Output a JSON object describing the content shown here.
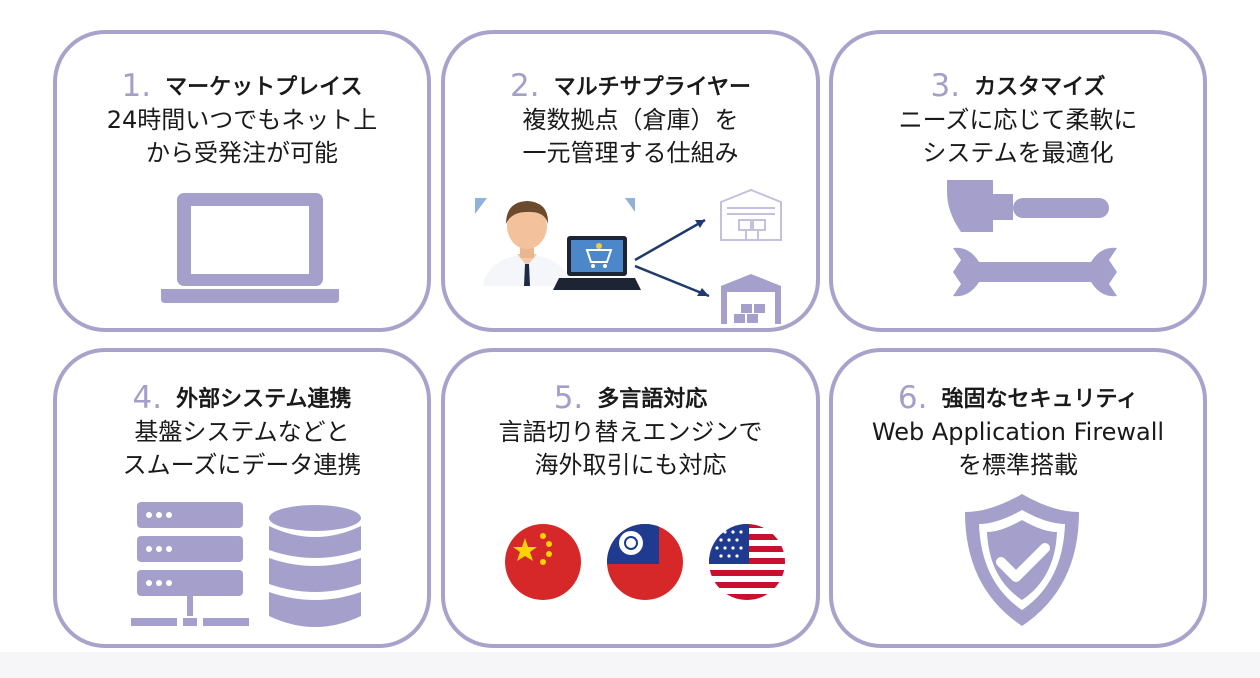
{
  "colors": {
    "accent": "#a39fc9",
    "border": "#a9a3cc",
    "icon": "#a5a0cb",
    "text": "#1a1a1a"
  },
  "features": [
    {
      "num": "1.",
      "title": "マーケットプレイス",
      "desc": [
        "24時間いつでもネット上",
        "から受発注が可能"
      ],
      "icon": "laptop-icon"
    },
    {
      "num": "2.",
      "title": "マルチサプライヤー",
      "desc": [
        "複数拠点（倉庫）を",
        "一元管理する仕組み"
      ],
      "icon": "person-laptop-warehouses-illustration"
    },
    {
      "num": "3.",
      "title": "カスタマイズ",
      "desc": [
        "ニーズに応じて柔軟に",
        "システムを最適化"
      ],
      "icon": "hammer-wrench-icon"
    },
    {
      "num": "4.",
      "title": "外部システム連携",
      "desc": [
        "基盤システムなどと",
        "スムーズにデータ連携"
      ],
      "icon": "server-database-icon"
    },
    {
      "num": "5.",
      "title": "多言語対応",
      "desc": [
        "言語切り替えエンジンで",
        "海外取引にも対応"
      ],
      "icon": "flags-china-taiwan-usa-icon"
    },
    {
      "num": "6.",
      "title": "強固なセキュリティ",
      "desc": [
        "Web Application Firewall",
        "を標準搭載"
      ],
      "icon": "shield-check-icon"
    }
  ]
}
